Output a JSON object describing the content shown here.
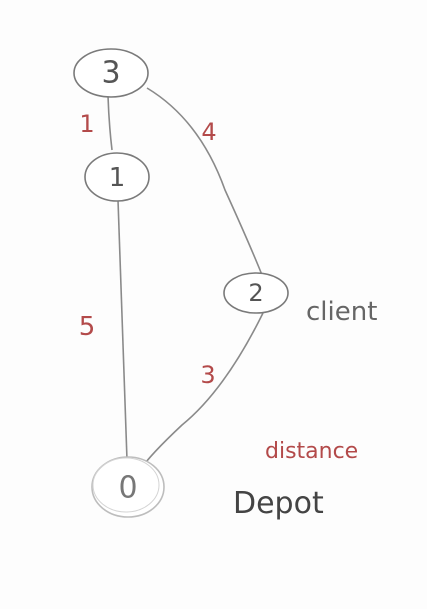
{
  "nodes": [
    {
      "id": "3",
      "label": "3"
    },
    {
      "id": "1",
      "label": "1"
    },
    {
      "id": "2",
      "label": "2"
    },
    {
      "id": "0",
      "label": "0"
    }
  ],
  "edges": [
    {
      "from": "3",
      "to": "1",
      "label": "1"
    },
    {
      "from": "3",
      "to": "2",
      "label": "4"
    },
    {
      "from": "1",
      "to": "0",
      "label": "5"
    },
    {
      "from": "2",
      "to": "0",
      "label": "3"
    }
  ],
  "legend": {
    "client": "client",
    "distance": "distance",
    "depot": "Depot"
  }
}
